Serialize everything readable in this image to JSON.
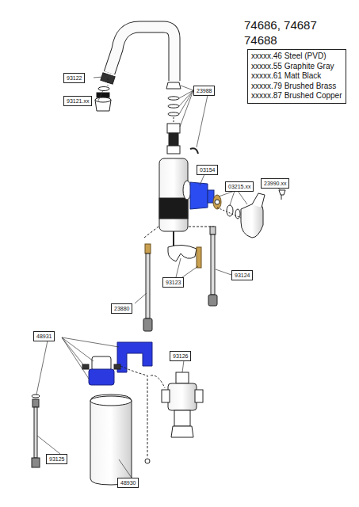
{
  "diagram": {
    "title": "74686, 74687 74688",
    "nodes": [
      {
        "text": [
          "xxxxx.46 Steel (PVD)",
          "xxxxx.55 Graphite Gray",
          "xxxxx.61 Matt Black",
          "xxxxx.79 Brushed Brass",
          "xxxxx.87 Brushed Copper"
        ]
      },
      {
        "text": [
          "93122"
        ]
      },
      {
        "text": [
          "23988"
        ]
      },
      {
        "text": [
          "93121.xx"
        ]
      },
      {
        "text": [
          "03154"
        ]
      },
      {
        "text": [
          "23990.xx"
        ]
      },
      {
        "text": [
          "03215.xx"
        ]
      },
      {
        "text": [
          "93124"
        ]
      },
      {
        "text": [
          "93123"
        ]
      },
      {
        "text": [
          "23880"
        ]
      },
      {
        "text": [
          "48931"
        ]
      },
      {
        "text": [
          "93126"
        ]
      },
      {
        "text": [
          "93125"
        ]
      },
      {
        "text": [
          "48930"
        ]
      }
    ]
  }
}
